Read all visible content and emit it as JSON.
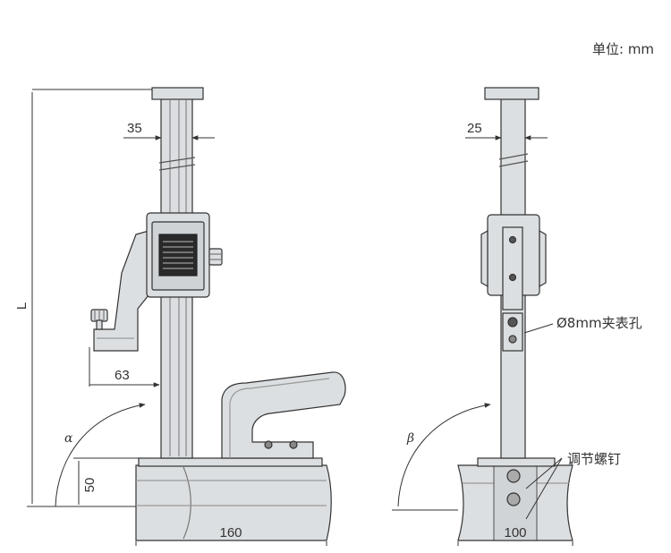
{
  "unit": "单位: mm",
  "dimensions": {
    "rod_width_left": "35",
    "rod_width_right": "25",
    "height": "L",
    "jaw_offset": "63",
    "base_height": "50",
    "base_length": "160",
    "base_width": "100"
  },
  "angles": {
    "left": "α",
    "right": "β"
  },
  "callouts": {
    "clamp_hole": "Ø8mm夹表孔",
    "adjust_screw": "调节螺钉"
  },
  "colors": {
    "body_fill": "#dcdfe1",
    "line": "#333333",
    "dark": "#2a2a2a"
  }
}
